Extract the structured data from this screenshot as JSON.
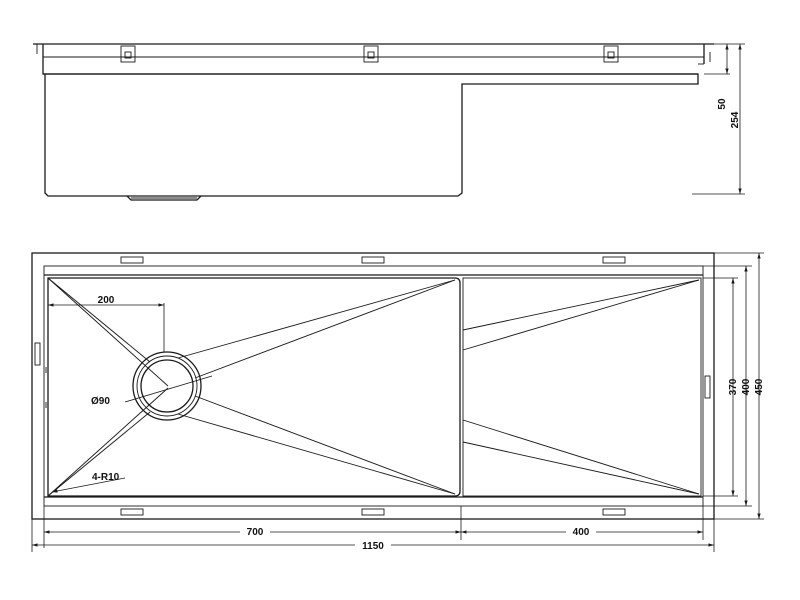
{
  "side_view": {
    "dims": {
      "rim_height": "50",
      "total_height": "254"
    }
  },
  "top_view": {
    "dims": {
      "bowl_width": "700",
      "drainer_width": "400",
      "overall_length": "1150",
      "inner_depth": "370",
      "bowl_depth": "400",
      "overall_depth": "450",
      "drain_offset": "200",
      "drain_diameter": "Ø90",
      "corner_radius": "4-R10"
    }
  },
  "colors": {
    "line": "#1a1a1a",
    "background": "#ffffff"
  }
}
